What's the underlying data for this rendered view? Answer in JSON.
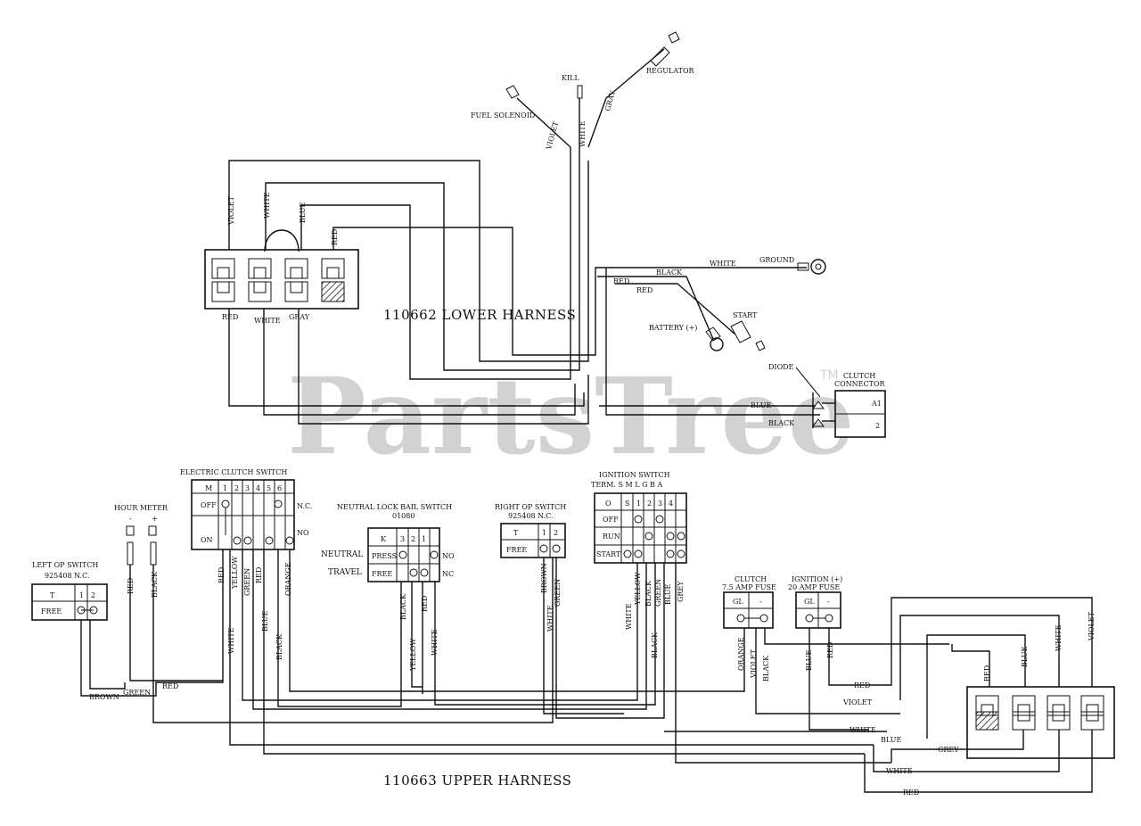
{
  "watermark": {
    "text": "PartsTree",
    "tm": "TM"
  },
  "lower_harness": {
    "title": "110662 LOWER HARNESS",
    "top_wires": [
      "VIOLET",
      "WHITE",
      "BLUE",
      "RED"
    ],
    "bottom_wires": [
      "RED",
      "WHITE",
      "GRAY"
    ]
  },
  "upper_harness": {
    "title": "110663 UPPER HARNESS"
  },
  "leads": {
    "fuel_solenoid": "FUEL SOLENOID",
    "kill": "KILL",
    "regulator": "REGULATOR",
    "violet": "VIOLET",
    "white": "WHITE",
    "gray": "GRAY",
    "ground": "GROUND",
    "white_ground": "WHITE",
    "black": "BLACK",
    "red1": "RED",
    "red2": "RED",
    "start": "START",
    "battery": "BATTERY (+)",
    "diode": "DIODE",
    "blue": "BLUE",
    "black2": "BLACK"
  },
  "clutch_connector": {
    "title1": "CLUTCH",
    "title2": "CONNECTOR",
    "pin1": "A1",
    "pin2": "2"
  },
  "electric_clutch_switch": {
    "title": "ELECTRIC CLUTCH SWITCH",
    "header": [
      "M",
      "1",
      "2",
      "3",
      "4",
      "5",
      "6"
    ],
    "rows": [
      "OFF",
      "ON"
    ],
    "nc": "N.C.",
    "no": "NO",
    "wires": [
      "RED",
      "YELLOW",
      "GREEN",
      "RED",
      "BLUE",
      "ORANGE"
    ],
    "lower_wires": [
      "WHITE",
      "BLACK"
    ]
  },
  "hour_meter": {
    "title": "HOUR METER",
    "minus": "-",
    "plus": "+",
    "wires": [
      "RED",
      "BLACK"
    ]
  },
  "left_op_switch": {
    "title": "LEFT OP SWITCH",
    "part": "925408   N.C.",
    "header": [
      "T",
      "1",
      "2"
    ],
    "row": "FREE",
    "wires": [
      "GREEN",
      "BROWN"
    ],
    "bottom_wires": [
      "RED",
      "GREEN",
      "BROWN"
    ]
  },
  "neutral_lock": {
    "title": "NEUTRAL LOCK BAIL SWITCH",
    "part": "01080",
    "header": [
      "K",
      "3",
      "2",
      "1"
    ],
    "rows": [
      "PRESS",
      "FREE"
    ],
    "side_labels": [
      "NEUTRAL",
      "TRAVEL"
    ],
    "no": "NO",
    "nc": "NC",
    "wires": [
      "BLACK",
      "RED",
      "YELLOW",
      "WHITE"
    ]
  },
  "right_op_switch": {
    "title": "RIGHT OP SWITCH",
    "part": "925408    N.C.",
    "header": [
      "T",
      "1",
      "2"
    ],
    "row": "FREE",
    "wires": [
      "BROWN",
      "GREEN",
      "WHITE"
    ]
  },
  "ignition_switch": {
    "title": "IGNITION SWITCH",
    "term": "TERM.  S  M  L  G  B  A",
    "header": [
      "O",
      "S",
      "1",
      "2",
      "3",
      "4"
    ],
    "rows": [
      "OFF",
      "RUN",
      "START"
    ],
    "wires": [
      "WHITE",
      "YELLOW",
      "BLACK",
      "GREEN",
      "BLUE",
      "GREY"
    ],
    "lower_wires": [
      "BLACK"
    ]
  },
  "clutch_fuse": {
    "title": "CLUTCH",
    "rating": "7.5 AMP FUSE",
    "header": [
      "GL",
      "-"
    ],
    "wires": [
      "ORANGE",
      "VIOLET",
      "BLACK"
    ]
  },
  "ignition_fuse": {
    "title": "IGNITION (+)",
    "rating": "20 AMP FUSE",
    "header": [
      "GL",
      "-"
    ],
    "wires": [
      "BLUE",
      "RED"
    ]
  },
  "right_connector": {
    "top_wires": [
      "RED",
      "BLUE",
      "WHITE",
      "VIOLET"
    ],
    "horizontal": [
      "RED",
      "VIOLET",
      "WHITE",
      "BLUE",
      "GREY",
      "WHITE",
      "RED"
    ]
  }
}
